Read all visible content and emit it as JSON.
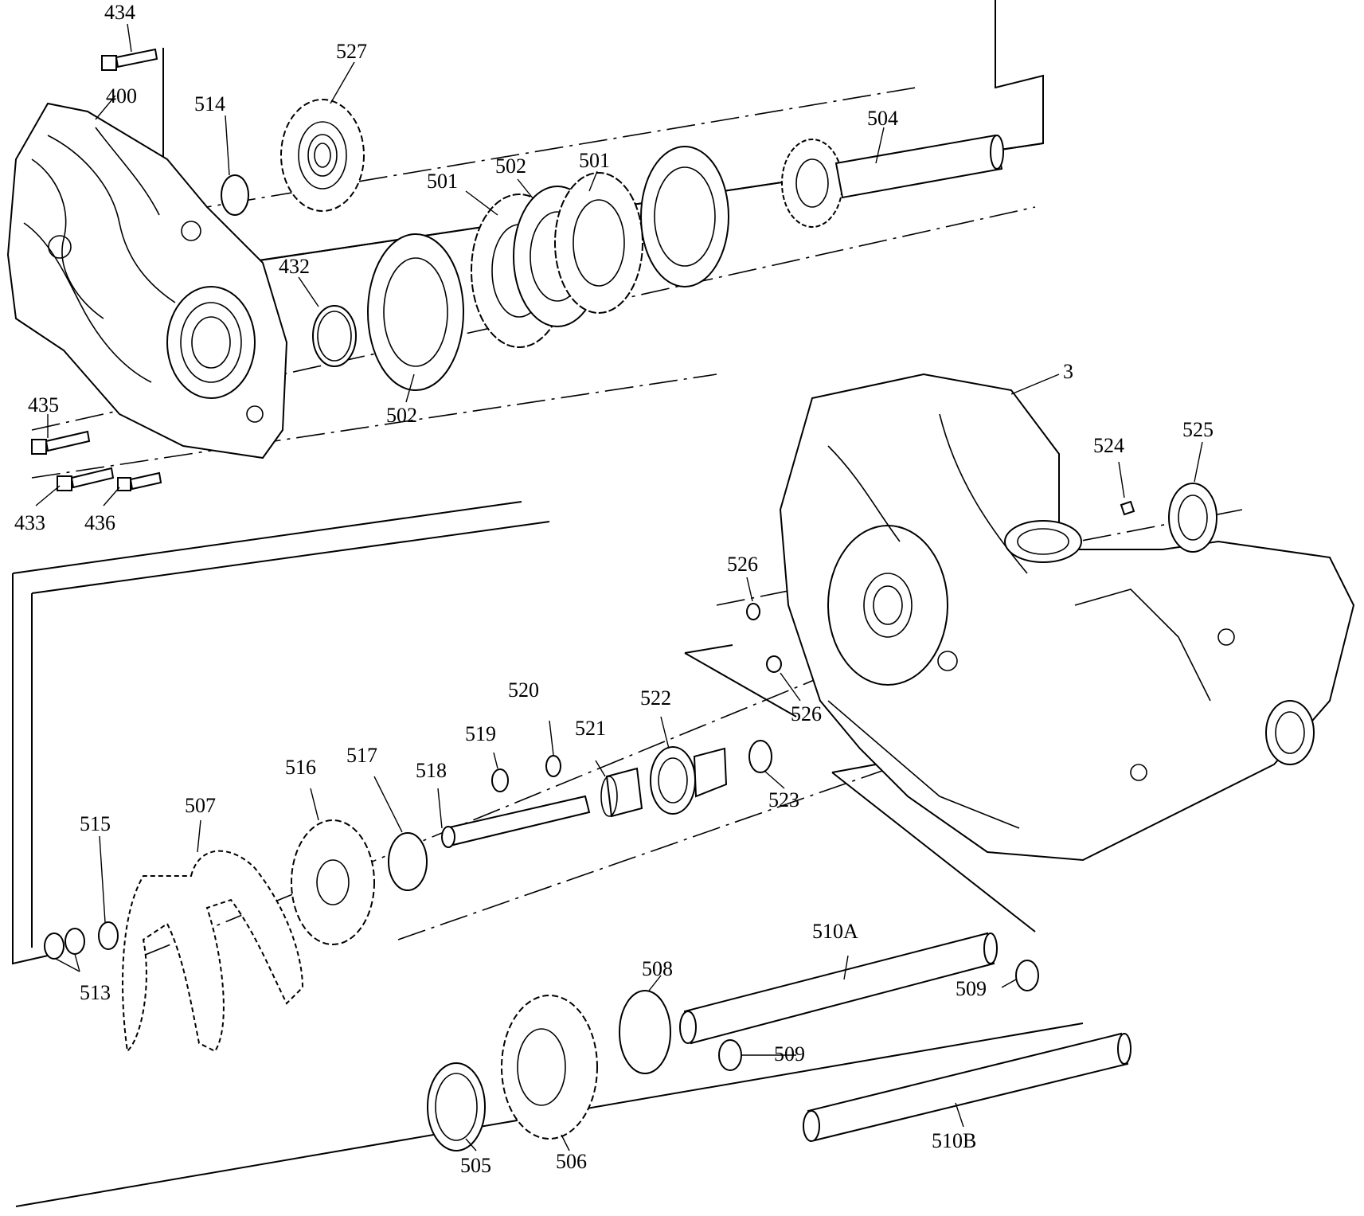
{
  "labels": {
    "l434": "434",
    "l400": "400",
    "l514": "514",
    "l527": "527",
    "l504": "504",
    "l501a": "501",
    "l502a": "502",
    "l501b": "501",
    "l432": "432",
    "l502b": "502",
    "l435": "435",
    "l433": "433",
    "l436": "436",
    "l3": "3",
    "l524": "524",
    "l525": "525",
    "l526a": "526",
    "l526b": "526",
    "l520": "520",
    "l522": "522",
    "l519": "519",
    "l521": "521",
    "l517": "517",
    "l516": "516",
    "l518": "518",
    "l523": "523",
    "l515": "515",
    "l507": "507",
    "l513": "513",
    "l510a": "510A",
    "l508": "508",
    "l509a": "509",
    "l509b": "509",
    "l505": "505",
    "l506": "506",
    "l510b": "510B"
  }
}
